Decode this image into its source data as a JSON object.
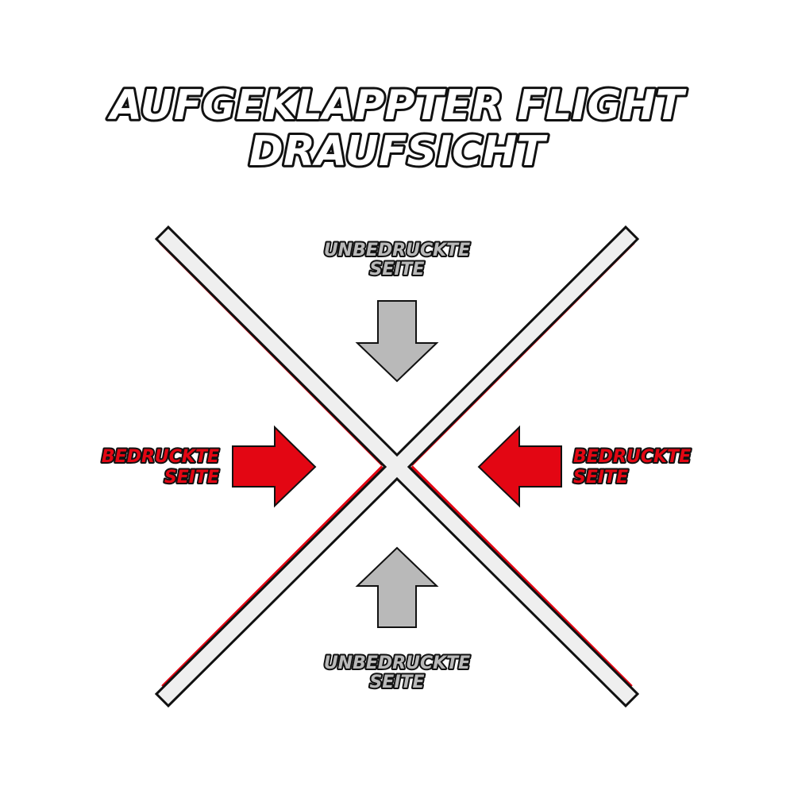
{
  "title": {
    "line1": "AUFGEKLAPPTER FLIGHT",
    "line2": "DRAUFSICHT"
  },
  "labels": {
    "top": {
      "line1": "UNBEDRUCKTE",
      "line2": "SEITE"
    },
    "bottom": {
      "line1": "UNBEDRUCKTE",
      "line2": "SEITE"
    },
    "left": {
      "line1": "BEDRUCKTE",
      "line2": "SEITE"
    },
    "right": {
      "line1": "BEDRUCKTE",
      "line2": "SEITE"
    }
  },
  "colors": {
    "printed_side": "#e30613",
    "unprinted_side": "#b9b9b9",
    "panel_fill": "#efefef",
    "outline": "#111111",
    "background": "#ffffff"
  },
  "icons": {
    "top_arrow": "arrow-down-icon",
    "bottom_arrow": "arrow-up-icon",
    "left_arrow": "arrow-right-icon",
    "right_arrow": "arrow-left-icon"
  }
}
